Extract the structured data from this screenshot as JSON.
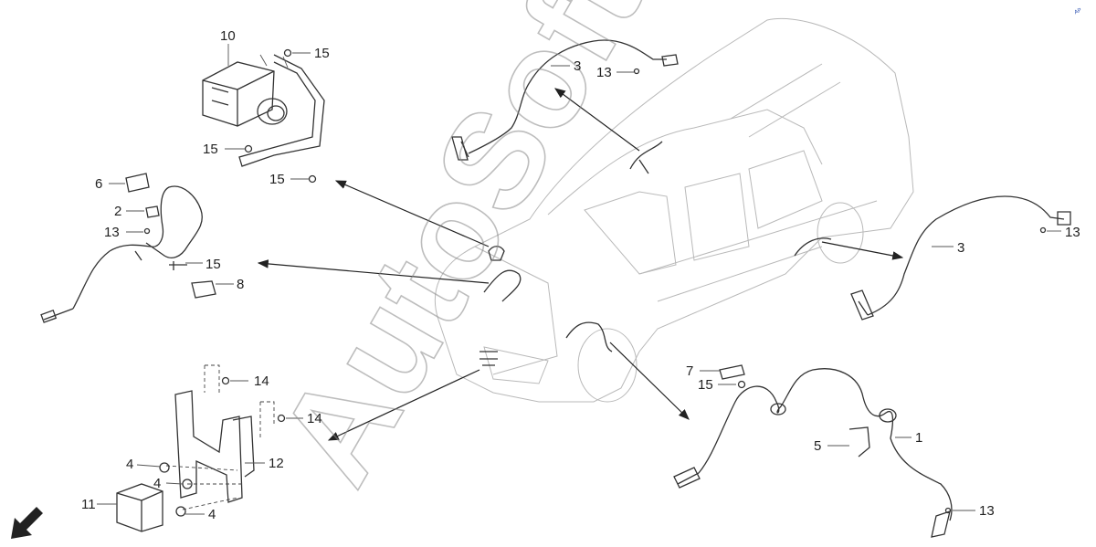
{
  "diagram": {
    "callouts": {
      "c1": "1",
      "c2": "2",
      "c3a": "3",
      "c3b": "3",
      "c4a": "4",
      "c4b": "4",
      "c4c": "4",
      "c5": "5",
      "c6": "6",
      "c7": "7",
      "c8": "8",
      "c10": "10",
      "c11": "11",
      "c12": "12",
      "c13a": "13",
      "c13b": "13",
      "c13c": "13",
      "c13d": "13",
      "c14a": "14",
      "c14b": "14",
      "c15a": "15",
      "c15b": "15",
      "c15c": "15",
      "c15d": "15",
      "c15e": "15"
    },
    "watermark": "AutoSoft",
    "corner_mark": "AP"
  },
  "colors": {
    "line": "#333333",
    "car": "#b9b9b9",
    "watermark": "#888888"
  },
  "icons": {
    "direction": "front-direction-arrow-icon"
  }
}
